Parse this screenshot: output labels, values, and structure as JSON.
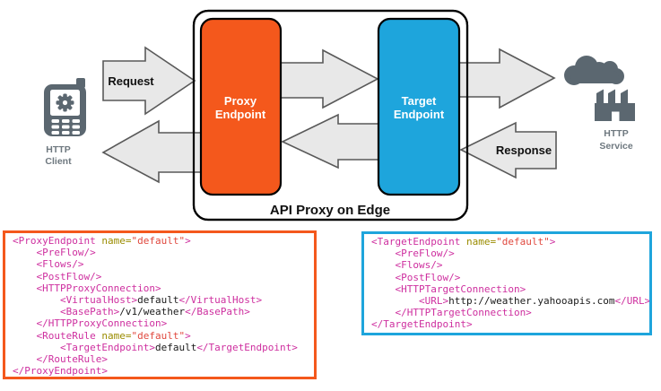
{
  "diagram": {
    "title": "API Proxy on Edge",
    "request_label": "Request",
    "response_label": "Response",
    "http_client": {
      "line1": "HTTP",
      "line2": "Client",
      "icon": "mobile-phone-icon"
    },
    "http_service": {
      "line1": "HTTP",
      "line2": "Service",
      "icon": "factory-cloud-icon"
    },
    "proxy_endpoint": {
      "line1": "Proxy",
      "line2": "Endpoint",
      "color": "#f4581c"
    },
    "target_endpoint": {
      "line1": "Target",
      "line2": "Endpoint",
      "color": "#1ea5dc"
    },
    "arrow_fill": "#e8e8e8",
    "arrow_stroke": "#595959",
    "icon_color": "#5b6770"
  },
  "code_blocks": {
    "proxy": {
      "border_color": "#f4581c",
      "lines": [
        [
          [
            "t",
            "<ProxyEndpoint"
          ],
          [
            "a",
            " name="
          ],
          [
            "v",
            "\"default\""
          ],
          [
            "t",
            ">"
          ]
        ],
        [
          [
            "t",
            "    <PreFlow/>"
          ]
        ],
        [
          [
            "t",
            "    <Flows/>"
          ]
        ],
        [
          [
            "t",
            "    <PostFlow/>"
          ]
        ],
        [
          [
            "t",
            "    <HTTPProxyConnection>"
          ]
        ],
        [
          [
            "t",
            "        <VirtualHost>"
          ],
          [
            "p",
            "default"
          ],
          [
            "t",
            "</VirtualHost>"
          ]
        ],
        [
          [
            "t",
            "        <BasePath>"
          ],
          [
            "p",
            "/v1/weather"
          ],
          [
            "t",
            "</BasePath>"
          ]
        ],
        [
          [
            "t",
            "    </HTTPProxyConnection>"
          ]
        ],
        [
          [
            "t",
            "    <RouteRule"
          ],
          [
            "a",
            " name="
          ],
          [
            "v",
            "\"default\""
          ],
          [
            "t",
            ">"
          ]
        ],
        [
          [
            "t",
            "        <TargetEndpoint>"
          ],
          [
            "p",
            "default"
          ],
          [
            "t",
            "</TargetEndpoint>"
          ]
        ],
        [
          [
            "t",
            "    </RouteRule>"
          ]
        ],
        [
          [
            "t",
            "</ProxyEndpoint>"
          ]
        ]
      ]
    },
    "target": {
      "border_color": "#1ea5dc",
      "lines": [
        [
          [
            "t",
            "<TargetEndpoint"
          ],
          [
            "a",
            " name="
          ],
          [
            "v",
            "\"default\""
          ],
          [
            "t",
            ">"
          ]
        ],
        [
          [
            "t",
            "    <PreFlow/>"
          ]
        ],
        [
          [
            "t",
            "    <Flows/>"
          ]
        ],
        [
          [
            "t",
            "    <PostFlow/>"
          ]
        ],
        [
          [
            "t",
            "    <HTTPTargetConnection>"
          ]
        ],
        [
          [
            "t",
            "        <URL>"
          ],
          [
            "p",
            "http://weather.yahooapis.com"
          ],
          [
            "t",
            "</URL>"
          ]
        ],
        [
          [
            "t",
            "    </HTTPTargetConnection>"
          ]
        ],
        [
          [
            "t",
            "</TargetEndpoint>"
          ]
        ]
      ]
    }
  },
  "syntax_colors": {
    "tag": "#ce2f9f",
    "attr_name": "#9a8c00",
    "attr_value": "#e0483e",
    "text": "#1a1a1a"
  }
}
